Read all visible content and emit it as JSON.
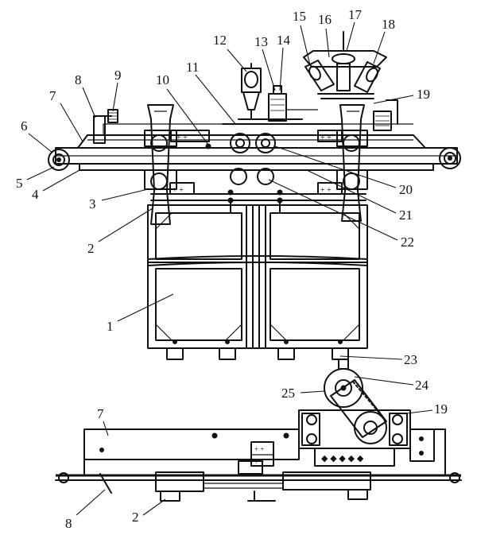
{
  "callouts": {
    "c1": "1",
    "c2": "2",
    "c3": "3",
    "c4": "4",
    "c5": "5",
    "c6": "6",
    "c7": "7",
    "c8": "8",
    "c9": "9",
    "c10": "10",
    "c11": "11",
    "c12": "12",
    "c13": "13",
    "c14": "14",
    "c15": "15",
    "c16": "16",
    "c17": "17",
    "c18": "18",
    "c19": "19",
    "c20": "20",
    "c21": "21",
    "c22": "22",
    "c23": "23",
    "c24": "24",
    "c25": "25",
    "c2b": "2",
    "c7b": "7",
    "c8b": "8",
    "c19b": "19"
  }
}
